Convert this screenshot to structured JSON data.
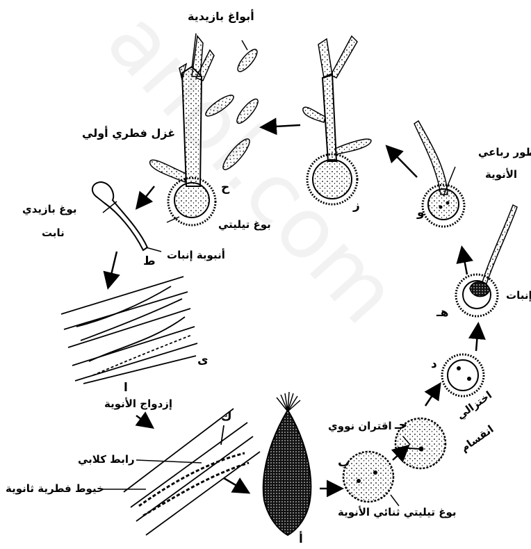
{
  "watermark": "anol.com",
  "labels": {
    "basidiospores": "أبواغ بازيدية",
    "primary_mycelium": "غزل فطري أولي",
    "teliospore_k": "بوغ تيليتي",
    "germinating_basidiospore_1": "بوغ بازيدي",
    "germinating_basidiospore_2": "نابت",
    "germ_tube": "أنبوبة إنبات",
    "tetranucleate_1": "طور رباعي",
    "tetranucleate_2": "الأنوية",
    "germination": "إنبات",
    "meiosis_1": "انقسام",
    "meiosis_2": "اختزالي",
    "nuclear_fusion": "اقتران نووي",
    "nuclei_pairing": "إزدواج الأنوية",
    "clamp_connection": "رابط كلابي",
    "secondary_hyphae": "خيوط فطرية ثانوية",
    "binucleate_teliospore": "بوغ تيليتي ثنائي الأنوية"
  },
  "letters": {
    "a": "أ",
    "b": "ب",
    "j": "جـ",
    "d": "د",
    "h": "هـ",
    "w": "و",
    "z": "ز",
    "h2": "ح",
    "t": "ط",
    "y": "ى",
    "i": "ا",
    "k": "ك"
  }
}
